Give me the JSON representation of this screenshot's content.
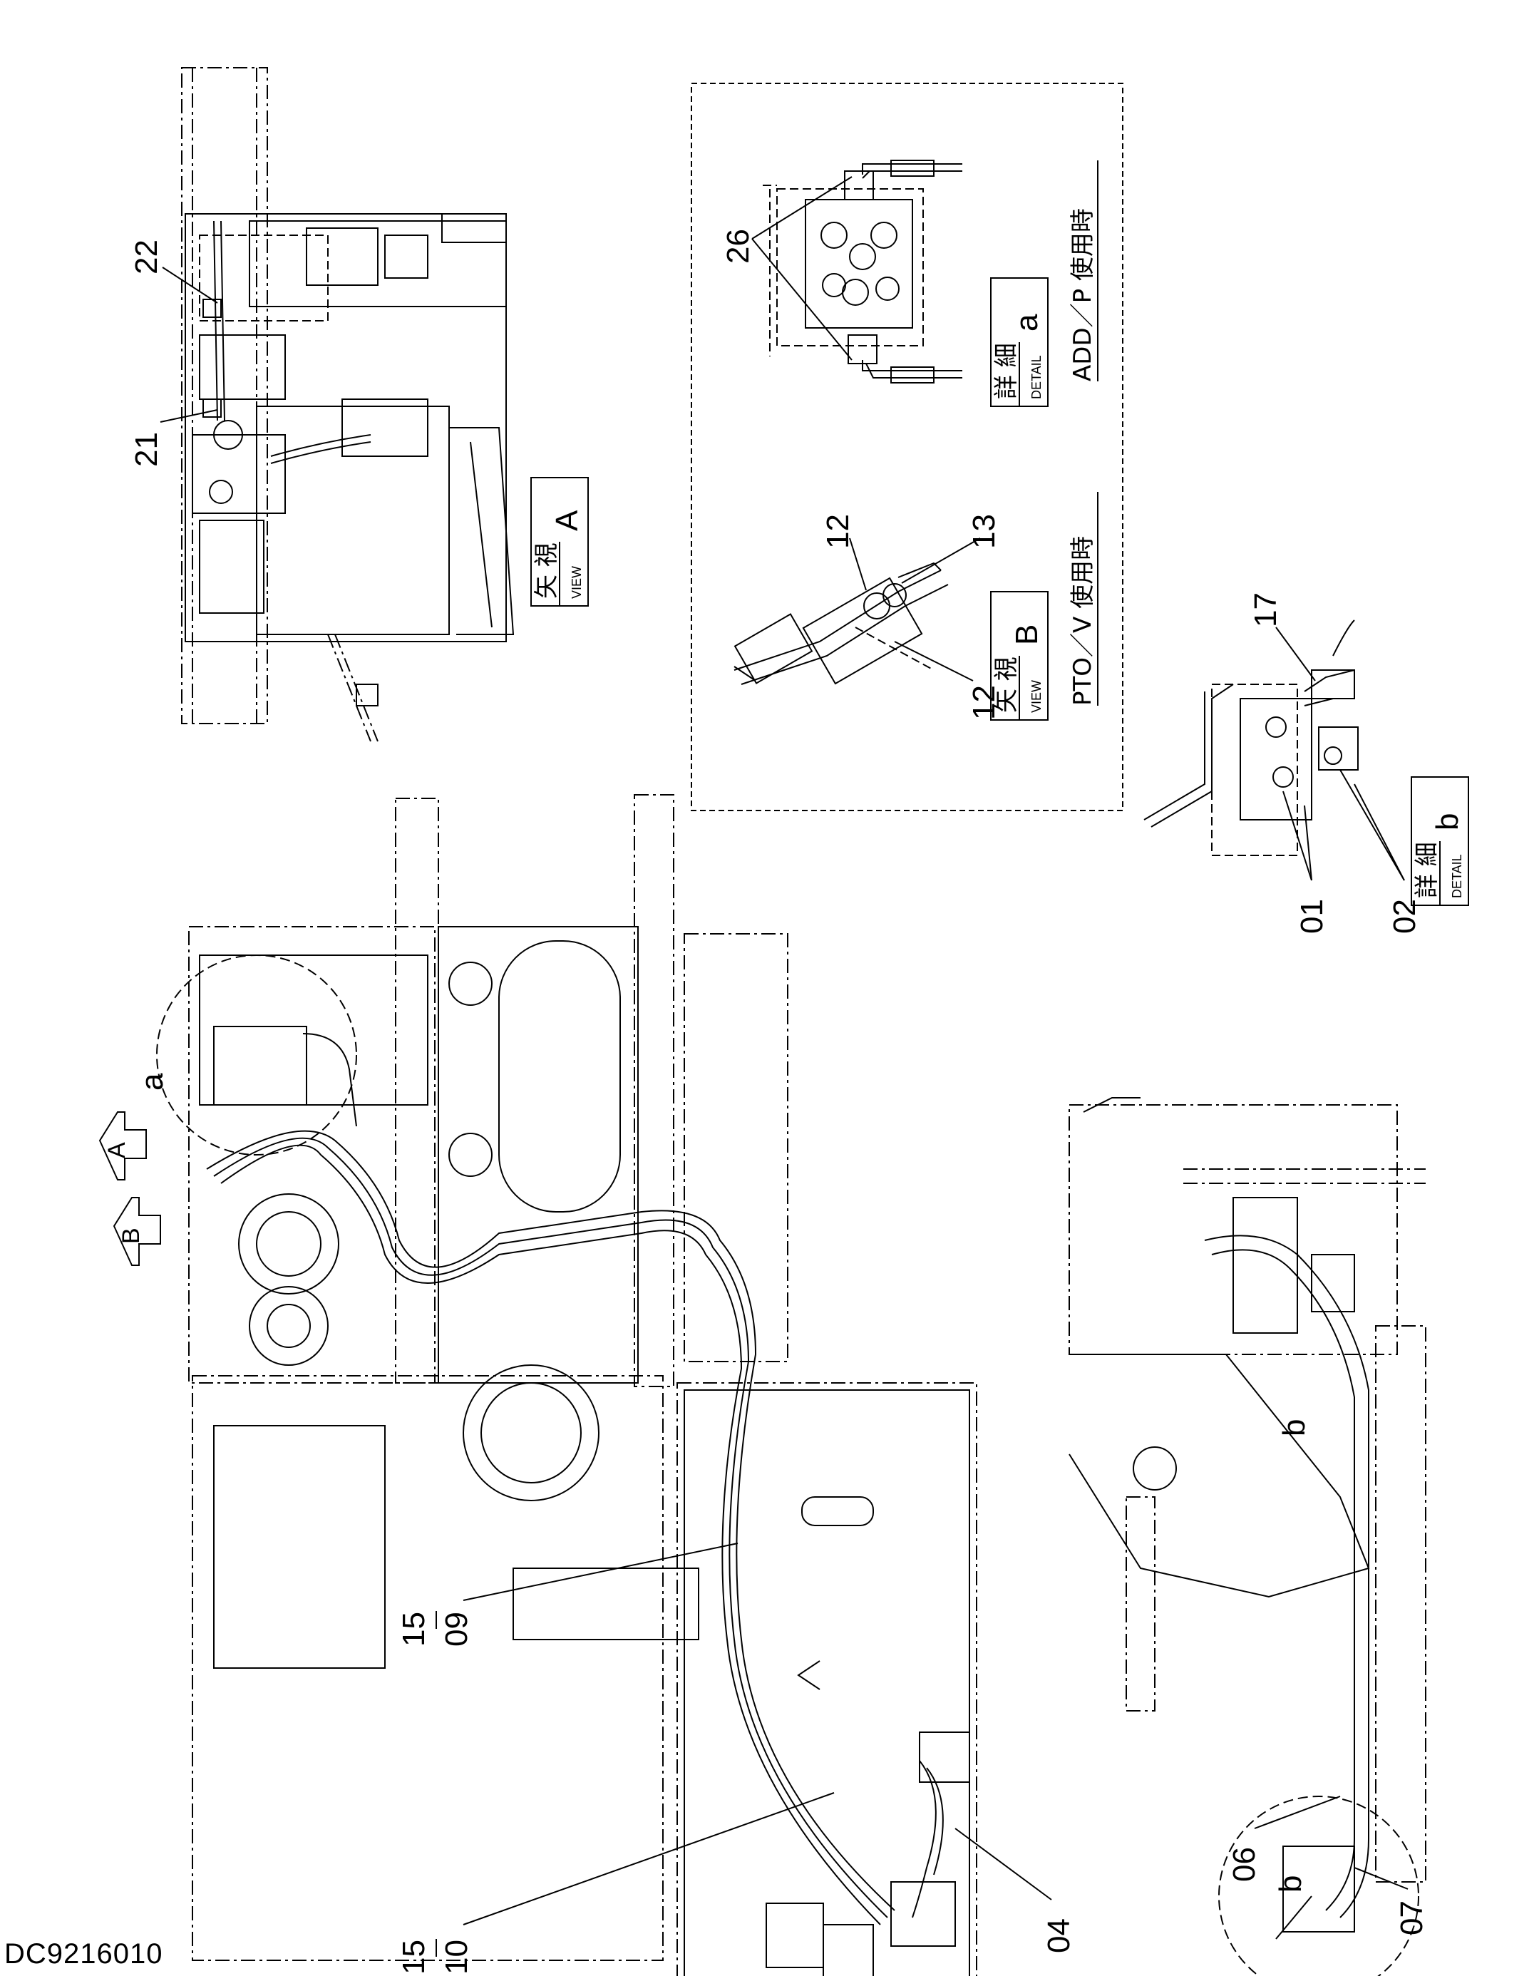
{
  "drawing_code": "DC9216010",
  "view_A": {
    "kanji": "矢 視",
    "word": "VIEW",
    "letter": "A"
  },
  "view_B": {
    "kanji": "矢 視",
    "word": "VIEW",
    "letter": "B",
    "caption": "PTO／V 使用時"
  },
  "detail_a": {
    "kanji": "詳 細",
    "word": "DETAIL",
    "letter": "a",
    "caption": "ADD／P 使用時"
  },
  "detail_b": {
    "kanji": "詳 細",
    "word": "DETAIL",
    "letter": "b"
  },
  "callouts": {
    "c22": "22",
    "c21": "21",
    "c26": "26",
    "c12a": "12",
    "c13": "13",
    "c12b": "12",
    "c17": "17",
    "c01": "01",
    "c02": "02",
    "c15a_top": "15",
    "c15a_bot": "09",
    "c15b_top": "15",
    "c15b_bot": "10",
    "c04": "04",
    "c06": "06",
    "c07": "07"
  },
  "markers": {
    "a": "a",
    "b": "b",
    "arrowA": "A",
    "arrowB": "B"
  }
}
